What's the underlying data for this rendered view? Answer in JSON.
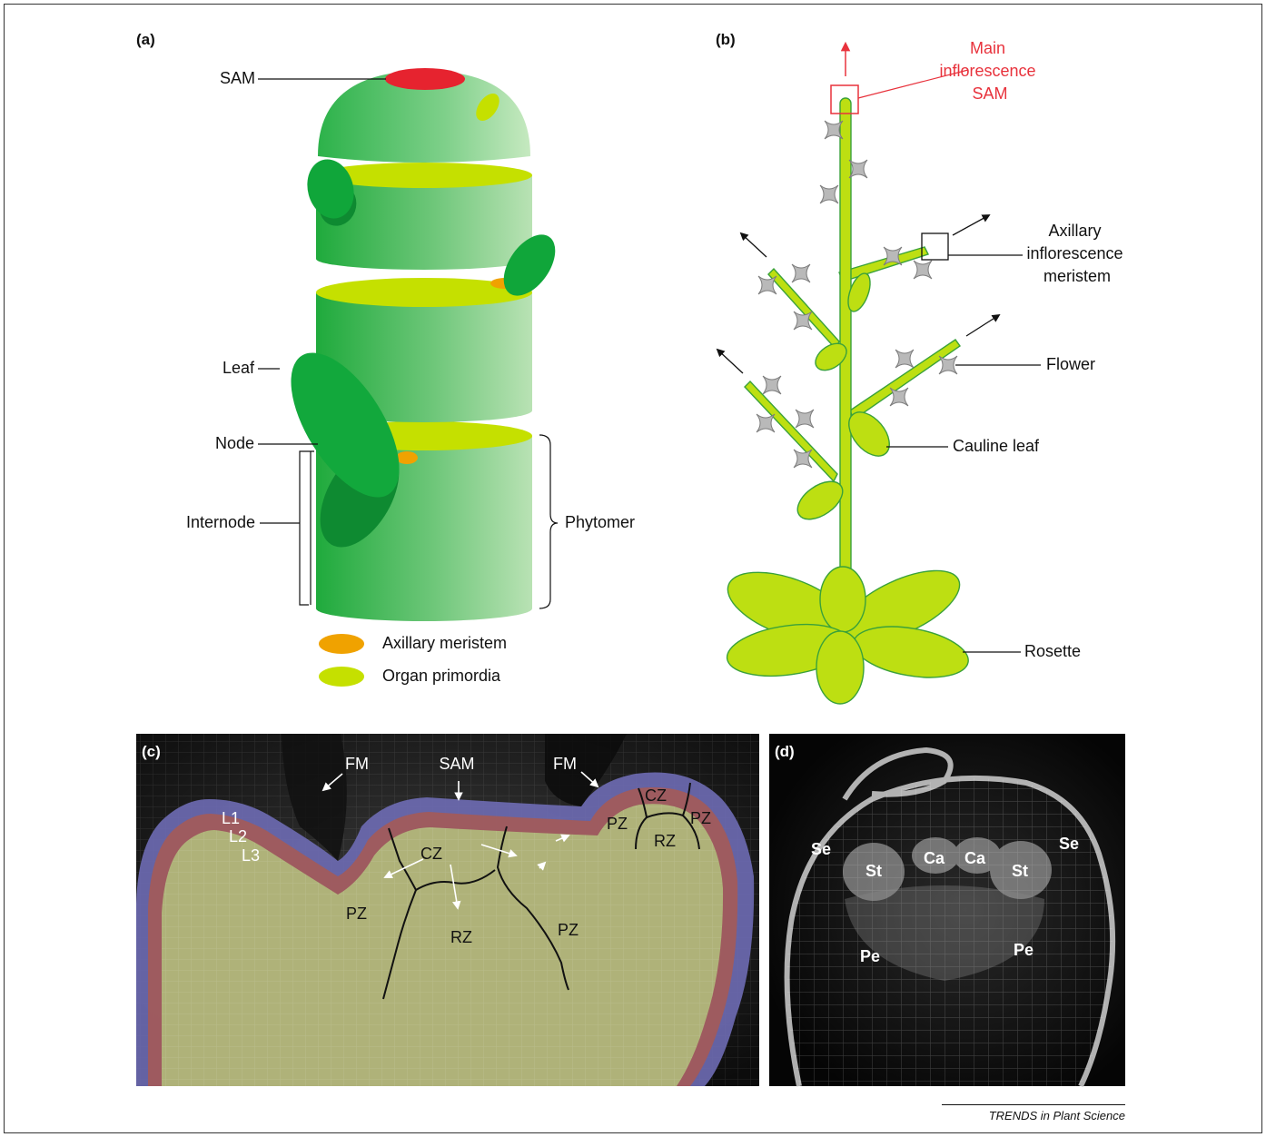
{
  "panels": {
    "a": "(a)",
    "b": "(b)",
    "c": "(c)",
    "d": "(d)"
  },
  "panel_a": {
    "sam": "SAM",
    "leaf": "Leaf",
    "node": "Node",
    "internode": "Internode",
    "phytomer": "Phytomer",
    "legend_axillary": "Axillary meristem",
    "legend_primordia": "Organ primordia"
  },
  "panel_b": {
    "main_sam_1": "Main",
    "main_sam_2": "inflorescence",
    "main_sam_3": "SAM",
    "axillary_1": "Axillary",
    "axillary_2": "inflorescence",
    "axillary_3": "meristem",
    "flower": "Flower",
    "cauline_leaf": "Cauline leaf",
    "rosette": "Rosette"
  },
  "panel_c": {
    "fm": "FM",
    "sam": "SAM",
    "l1": "L1",
    "l2": "L2",
    "l3": "L3",
    "cz": "CZ",
    "pz": "PZ",
    "rz": "RZ"
  },
  "panel_d": {
    "se": "Se",
    "st": "St",
    "ca": "Ca",
    "pe": "Pe"
  },
  "colors": {
    "sam_red": "#e6232f",
    "axillary_orange": "#f0a200",
    "primordia_yellowgreen": "#c5e000",
    "stem_green": "#1faa3c",
    "main_sam_label": "#e8323c"
  },
  "credit": "TRENDS in Plant Science"
}
